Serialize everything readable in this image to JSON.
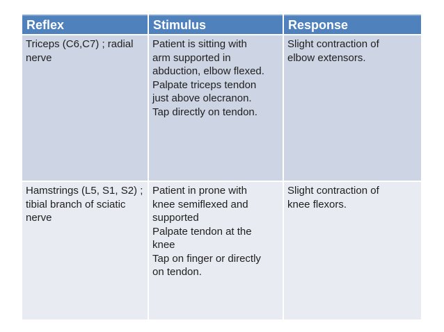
{
  "table": {
    "columns": [
      {
        "label": "Reflex"
      },
      {
        "label": "Stimulus"
      },
      {
        "label": "Response"
      }
    ],
    "rows": [
      {
        "reflex": "Triceps (C6,C7) ; radial\nnerve",
        "stimulus": "Patient is sitting with\narm supported in\nabduction, elbow flexed.\nPalpate triceps tendon\njust above olecranon.\nTap directly on tendon.",
        "response": "Slight contraction of\nelbow extensors."
      },
      {
        "reflex": "Hamstrings (L5, S1, S2) ;\ntibial branch of sciatic\nnerve",
        "stimulus": "Patient in prone with\nknee semiflexed and\nsupported\nPalpate tendon at the\nknee\nTap on finger or directly\non tendon.",
        "response": "Slight contraction of\nknee flexors."
      }
    ]
  },
  "colors": {
    "header_bg": "#4f81bd",
    "header_text": "#ffffff",
    "row_odd_bg": "#cdd4e3",
    "row_even_bg": "#e8ebf2",
    "body_text": "#1e1e1e",
    "divider": "#ffffff"
  }
}
